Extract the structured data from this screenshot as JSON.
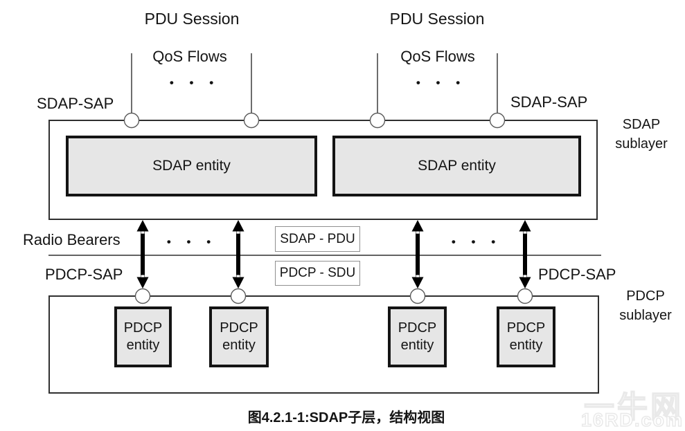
{
  "colors": {
    "background": "#ffffff",
    "line": "#2f2f2f",
    "entity_border": "#141414",
    "entity_fill": "#e6e6e6",
    "pdu_label_box_border": "#8f8f8f",
    "sap_circle_stroke": "#5a5a5a",
    "watermark": "#e9e9e9",
    "text": "#141414"
  },
  "top": {
    "pdu_sessions": [
      {
        "label": "PDU Session"
      },
      {
        "label": "PDU Session"
      }
    ],
    "qos_flows": [
      {
        "label": "QoS Flows",
        "dots": "• • •"
      },
      {
        "label": "QoS Flows",
        "dots": "• • •"
      }
    ],
    "sdap_sap_left": "SDAP-SAP",
    "sdap_sap_right": "SDAP-SAP"
  },
  "sdap_layer": {
    "side_label": "SDAP\nsublayer",
    "entities": [
      {
        "label": "SDAP entity"
      },
      {
        "label": "SDAP entity"
      }
    ]
  },
  "middle": {
    "radio_bearers_label": "Radio Bearers",
    "dots_left": "• • •",
    "dots_right": "• • •",
    "sdap_pdu_label": "SDAP - PDU",
    "pdcp_sdu_label": "PDCP - SDU",
    "pdcp_sap_left": "PDCP-SAP",
    "pdcp_sap_right": "PDCP-SAP"
  },
  "pdcp_layer": {
    "side_label": "PDCP\nsublayer",
    "entities": [
      {
        "label": "PDCP\nentity"
      },
      {
        "label": "PDCP\nentity"
      },
      {
        "label": "PDCP\nentity"
      },
      {
        "label": "PDCP\nentity"
      }
    ]
  },
  "caption": "图4.2.1-1:SDAP子层，结构视图",
  "watermark": {
    "line1": "一牛网",
    "line2": "16RD.com"
  }
}
